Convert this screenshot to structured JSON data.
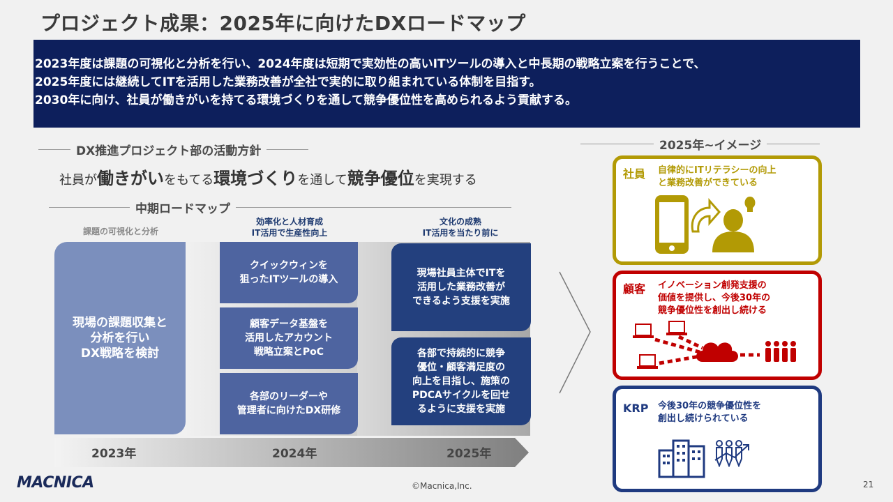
{
  "title": "プロジェクト成果：2025年に向けたDXロードマップ",
  "summary": [
    "2023年度は課題の可視化と分析を行い、2024年度は短期で実効性の高いITツールの導入と中長期の戦略立案を行うことで、",
    "2025年度には継続してITを活用した業務改善が全社で実的に取り組まれている体制を目指す。",
    "2030年に向け、社員が働きがいを持てる環境づくりを通して競争優位性を高められるよう貢献する。"
  ],
  "policy": {
    "heading": "DX推進プロジェクト部の活動方針",
    "slogan": {
      "p1": "社員が",
      "b1": "働きがい",
      "p2": "をもてる",
      "b2": "環境づくり",
      "p3": "を通して",
      "b3": "競争優位",
      "p4": "を実現する"
    }
  },
  "roadmap": {
    "heading": "中期ロードマップ",
    "col2023_caption": "課題の可視化と分析",
    "col2024_caption": "効率化と人材育成\nIT活用で生産性向上",
    "col2025_caption": "文化の成熟\nIT活用を当たり前に",
    "box2023": "現場の課題収集と\n分析を行い\nDX戦略を検討",
    "box2024": [
      "クイックウィンを\n狙ったITツールの導入",
      "顧客データ基盤を\n活用したアカウント\n戦略立案とPoC",
      "各部のリーダーや\n管理者に向けたDX研修"
    ],
    "box2025": [
      "現場社員主体でITを\n活用した業務改善が\nできるよう支援を実施",
      "各部で持続的に競争\n優位・顧客満足度の\n向上を目指し、施策の\nPDCAサイクルを回せ\nるように支援を実施"
    ],
    "years": [
      "2023年",
      "2024年",
      "2025年"
    ]
  },
  "image2025": {
    "heading": "2025年~イメージ",
    "cards": [
      {
        "label": "社員",
        "desc": "自律的にITリテラシーの向上\nと業務改善ができている",
        "color": "#b29a05",
        "icons": [
          "smartphone-icon",
          "person-lightbulb-icon"
        ]
      },
      {
        "label": "顧客",
        "desc": "イノベーション創発支援の\n価値を提供し、今後30年の\n競争優位性を創出し続ける",
        "color": "#c00000",
        "icons": [
          "laptop-icon",
          "cloud-icon",
          "people-group-icon"
        ]
      },
      {
        "label": "KRP",
        "desc": "今後30年の競争優位性を\n創出し続けられている",
        "color": "#1f3a80",
        "icons": [
          "buildings-icon",
          "people-growth-icon"
        ]
      }
    ]
  },
  "footer": {
    "logo": "MACNICA",
    "copyright": "©Macnica,Inc.",
    "page": "21"
  }
}
